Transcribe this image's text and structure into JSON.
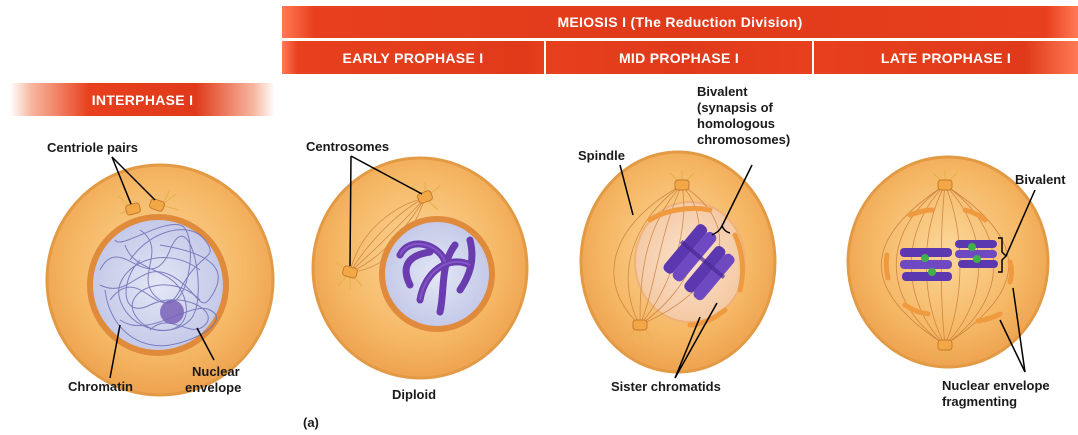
{
  "banners": {
    "meiosis": "MEIOSIS I (The Reduction Division)",
    "early": "EARLY PROPHASE I",
    "mid": "MID PROPHASE I",
    "late": "LATE PROPHASE I",
    "interphase": "INTERPHASE I"
  },
  "labels": {
    "centriole_pairs": "Centriole pairs",
    "chromatin": "Chromatin",
    "nuclear_envelope_1": "Nuclear",
    "nuclear_envelope_2": "envelope",
    "centrosomes": "Centrosomes",
    "diploid": "Diploid",
    "panel": "(a)",
    "spindle": "Spindle",
    "bivalent_mid_1": "Bivalent",
    "bivalent_mid_2": "(synapsis of",
    "bivalent_mid_3": "homologous",
    "bivalent_mid_4": "chromosomes)",
    "sister_chromatids": "Sister chromatids",
    "bivalent_late": "Bivalent",
    "nuclear_fragmenting_1": "Nuclear envelope",
    "nuclear_fragmenting_2": "fragmenting"
  },
  "colors": {
    "banner_red": "#e03a1a",
    "cell_fill": "#f6b866",
    "cell_border": "#e39a45",
    "nucleus_fill": "#ccd2ee",
    "chromosome": "#6a3cb0",
    "kinetochore": "#3fb04a"
  }
}
